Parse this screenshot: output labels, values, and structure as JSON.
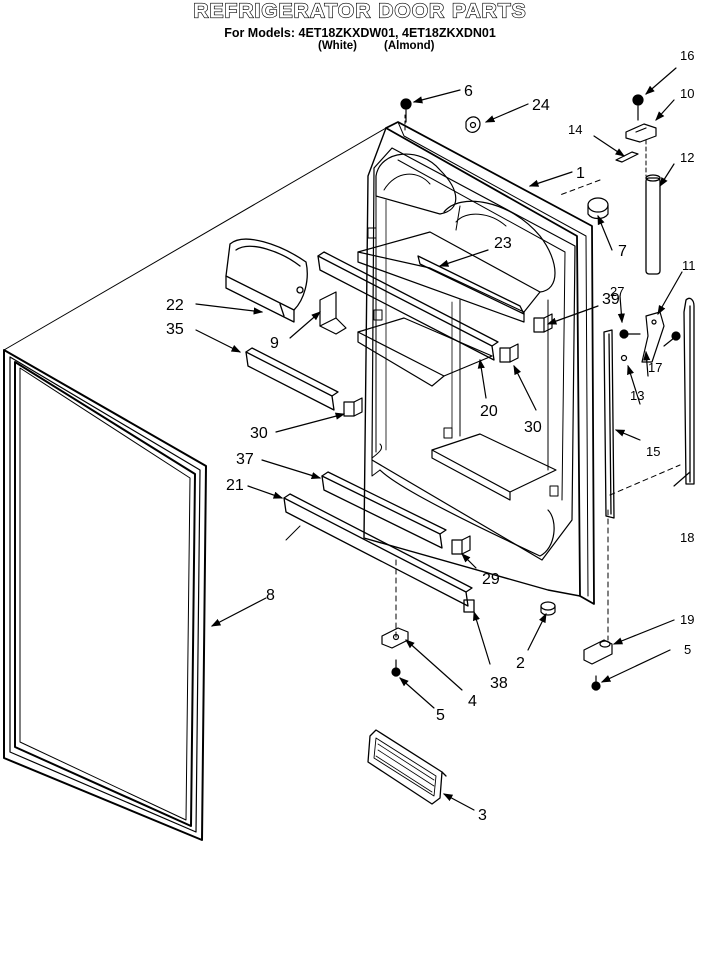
{
  "header": {
    "title": "REFRIGERATOR DOOR PARTS",
    "models": "For Models: 4ET18ZKXDW01, 4ET18ZKXDN01",
    "variant_white": "(White)",
    "variant_almond": "(Almond)"
  },
  "callouts": {
    "c1": "1",
    "c2": "2",
    "c3": "3",
    "c4": "4",
    "c5a": "5",
    "c5b": "5",
    "c6": "6",
    "c7": "7",
    "c8": "8",
    "c9": "9",
    "c10": "10",
    "c11": "11",
    "c12": "12",
    "c13": "13",
    "c14": "14",
    "c15": "15",
    "c16": "16",
    "c17": "17",
    "c18": "18",
    "c19": "19",
    "c20": "20",
    "c21": "21",
    "c22": "22",
    "c23": "23",
    "c24": "24",
    "c27": "27",
    "c29": "29",
    "c30a": "30",
    "c30b": "30",
    "c35": "35",
    "c37": "37",
    "c38": "38",
    "c39": "39"
  }
}
